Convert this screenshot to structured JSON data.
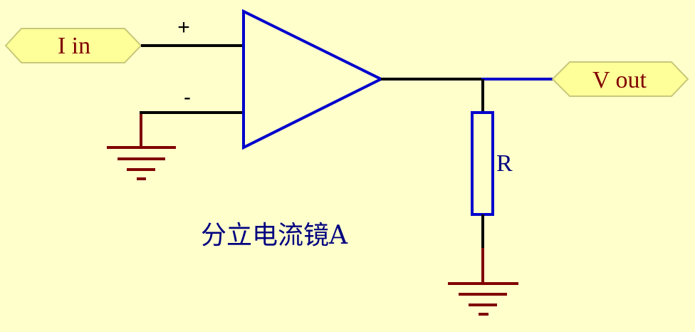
{
  "ports": {
    "input": {
      "label": "I in"
    },
    "output": {
      "label": "V out"
    }
  },
  "opamp": {
    "plus_label": "+",
    "minus_label": "-"
  },
  "resistor": {
    "label": "R"
  },
  "caption": "分立电流镜A",
  "colors": {
    "background": "#FFFFCC",
    "wire": "#000000",
    "component": "#0000CC",
    "ground": "#800000",
    "port_fill": "#FFFF99",
    "port_text": "#800000",
    "label_text": "#000080"
  }
}
